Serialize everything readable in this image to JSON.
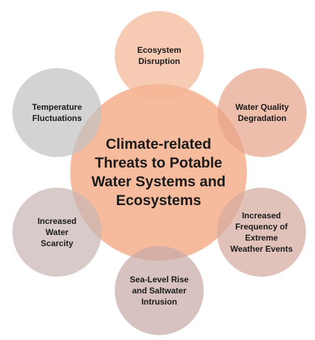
{
  "diagram": {
    "center": {
      "label": "Climate-related Threats to Potable Water Systems and Ecosystems",
      "color": "#f5b18f"
    },
    "nodes": [
      {
        "id": "top",
        "label": "Ecosystem Disruption",
        "color": "#f3b595"
      },
      {
        "id": "top-right",
        "label": "Water Quality Degradation",
        "color": "#e6a58c"
      },
      {
        "id": "bottom-right",
        "label": "Increased Frequency of Extreme Weather Events",
        "color": "#d5aaa0"
      },
      {
        "id": "bottom",
        "label": "Sea-Level Rise and Saltwater Intrusion",
        "color": "#c8aba8"
      },
      {
        "id": "bottom-left",
        "label": "Increased Water Scarcity",
        "color": "#c7b6b3"
      },
      {
        "id": "top-left",
        "label": "Temperature Fluctuations",
        "color": "#c2c2c2"
      }
    ]
  }
}
